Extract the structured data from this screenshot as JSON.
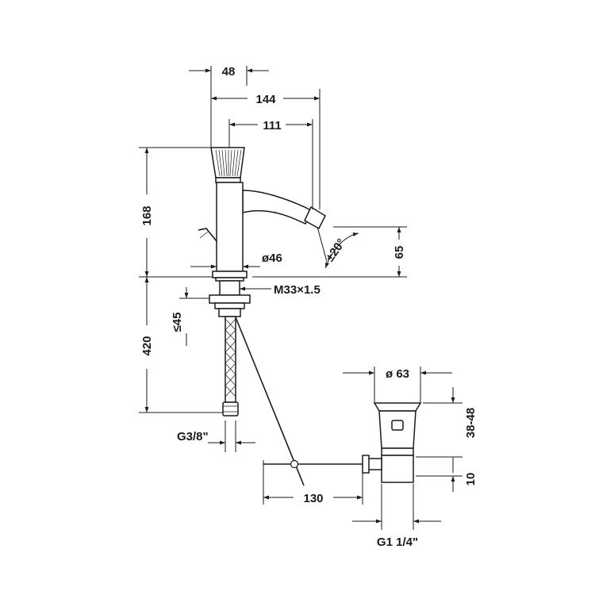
{
  "dimensions": {
    "d48": "48",
    "d144": "144",
    "d111": "111",
    "d168": "168",
    "d65": "65",
    "angle": "±20°",
    "dia46": "ø46",
    "thread": "M33×1.5",
    "le45": "≤45",
    "d420": "420",
    "g38": "G3/8\"",
    "dia63": "ø 63",
    "d3848": "38-48",
    "d10": "10",
    "d130": "130",
    "g114": "G1 1/4\""
  }
}
